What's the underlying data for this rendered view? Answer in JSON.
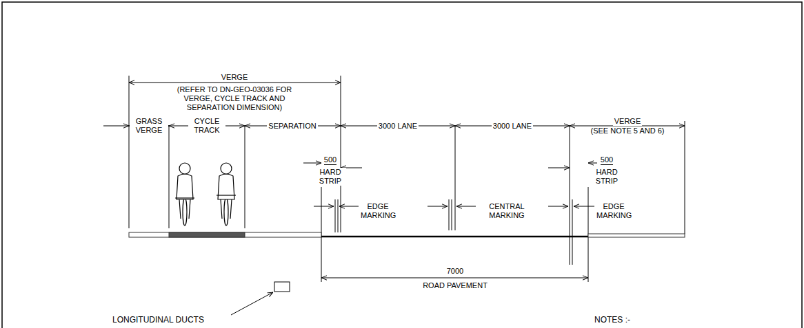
{
  "diagram": {
    "labels": [
      "VERGE",
      "(REFER TO DN-GEO-03036 FOR VERGE, CYCLE TRACK AND SEPARATION DIMENSION)",
      "GRASS VERGE",
      "CYCLE TRACK",
      "SEPARATION",
      "3000 LANE",
      "3000 LANE",
      "VERGE",
      "(SEE NOTE 5 AND 6)",
      "500",
      "HARD STRIP",
      "500",
      "HARD STRIP",
      "EDGE MARKING",
      "CENTRAL MARKING",
      "EDGE MARKING",
      "7000",
      "ROAD PAVEMENT",
      "LONGITUDINAL DUCTS",
      "NOTES :-"
    ]
  }
}
